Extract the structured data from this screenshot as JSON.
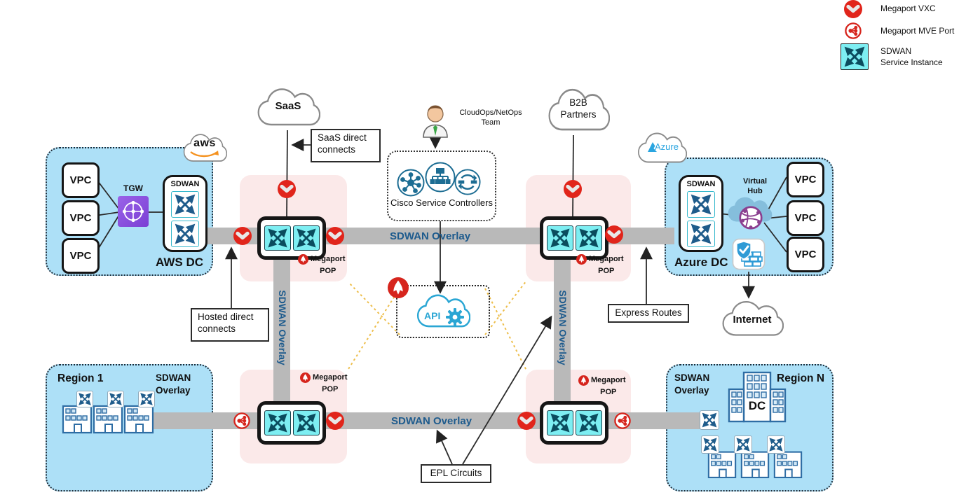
{
  "colors": {
    "megaport_red": "#e1251b",
    "sdwan_cyan": "#7deef2",
    "region_blue": "#ade0f7",
    "pop_pink": "#fbe9e9",
    "link_gray": "#b9b9b9",
    "overlay_text_blue": "#1e5b8d",
    "api_blue": "#2aa6d4",
    "tgw_purple": "#8a50dc",
    "yellow_dash": "#edbe4b"
  },
  "legend": {
    "items": [
      {
        "icon": "megaport-vxc",
        "label": "Megaport VXC"
      },
      {
        "icon": "megaport-mve-port",
        "label": "Megaport MVE Port"
      },
      {
        "icon": "sdwan-service-instance",
        "label_line1": "SDWAN",
        "label_line2": "Service Instance"
      }
    ]
  },
  "clouds": {
    "saas": "SaaS",
    "b2b": "B2B Partners",
    "internet": "Internet"
  },
  "logos": {
    "aws": "aws",
    "azure": "Azure",
    "api": "API"
  },
  "aws_dc": {
    "title": "AWS DC",
    "vpcs": [
      "VPC",
      "VPC",
      "VPC"
    ],
    "tgw": "TGW",
    "sdwan": "SDWAN"
  },
  "azure_dc": {
    "title": "Azure DC",
    "vpcs": [
      "VPC",
      "VPC",
      "VPC"
    ],
    "sdwan": "SDWAN",
    "virtual_hub": "Virtual Hub"
  },
  "region1": {
    "title": "Region 1",
    "overlay": "SDWAN Overlay"
  },
  "regionN": {
    "title": "Region N",
    "overlay": "SDWAN Overlay",
    "dc": "DC"
  },
  "pops": {
    "brand": "Megaport",
    "pop": "POP"
  },
  "controllers": {
    "team": "CloudOps/NetOps Team",
    "title": "Cisco Service Controllers"
  },
  "overlay_links": {
    "top": "SDWAN Overlay",
    "bottom": "SDWAN Overlay",
    "left": "SDWAN Overlay",
    "right": "SDWAN Overlay"
  },
  "callouts": {
    "saas_direct": "SaaS direct connects",
    "hosted_direct": "Hosted direct connects",
    "express_routes": "Express Routes",
    "epl_circuits": "EPL Circuits"
  }
}
